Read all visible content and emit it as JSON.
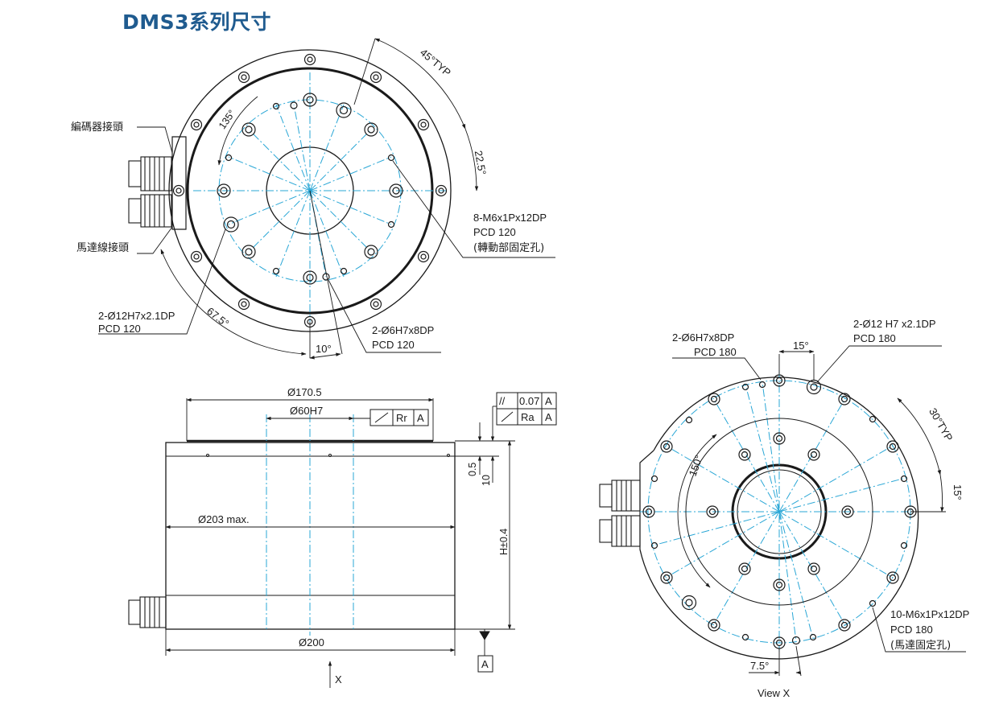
{
  "title": "DMS3系列尺寸",
  "top_view": {
    "encoder_connector": "編碼器接頭",
    "motor_connector": "馬達線接頭",
    "angle_45_typ": "45°TYP",
    "angle_22_5": "22.5°",
    "angle_135": "135°",
    "angle_67_5": "67.5°",
    "angle_10": "10°",
    "tapped_holes": [
      "8-M6x1Px12DP",
      "PCD 120",
      "(轉動部固定孔)"
    ],
    "pin_hole_12": [
      "2-Ø12H7x2.1DP",
      "PCD 120"
    ],
    "pin_hole_6": [
      "2-Ø6H7x8DP",
      "PCD 120"
    ]
  },
  "side_view": {
    "dim_170_5": "Ø170.5",
    "dim_60h7": "Ø60H7",
    "dim_203": "Ø203 max.",
    "dim_200": "Ø200",
    "dim_0_5": "0.5",
    "dim_10": "10",
    "dim_h": "H±0.4",
    "gdt_rr": [
      "Rr",
      "A"
    ],
    "gdt_parallel": [
      "//",
      "0.07",
      "A"
    ],
    "gdt_ra": [
      "Ra",
      "A"
    ],
    "datum": "A",
    "view_arrow": "X"
  },
  "bottom_view": {
    "pin_hole_6": [
      "2-Ø6H7x8DP",
      "PCD 180"
    ],
    "pin_hole_12": [
      "2-Ø12 H7 x2.1DP",
      "PCD 180"
    ],
    "angle_15_top": "15°",
    "angle_30_typ": "30°TYP",
    "angle_15_right": "15°",
    "angle_150": "150°",
    "angle_7_5": "7.5°",
    "tapped_holes": [
      "10-M6x1Px12DP",
      "PCD 180",
      "(馬達固定孔)"
    ],
    "caption": "View X"
  },
  "colors": {
    "title": "#1f5b8f",
    "center_line": "#2aa7d6",
    "outline": "#1a1a1a"
  }
}
